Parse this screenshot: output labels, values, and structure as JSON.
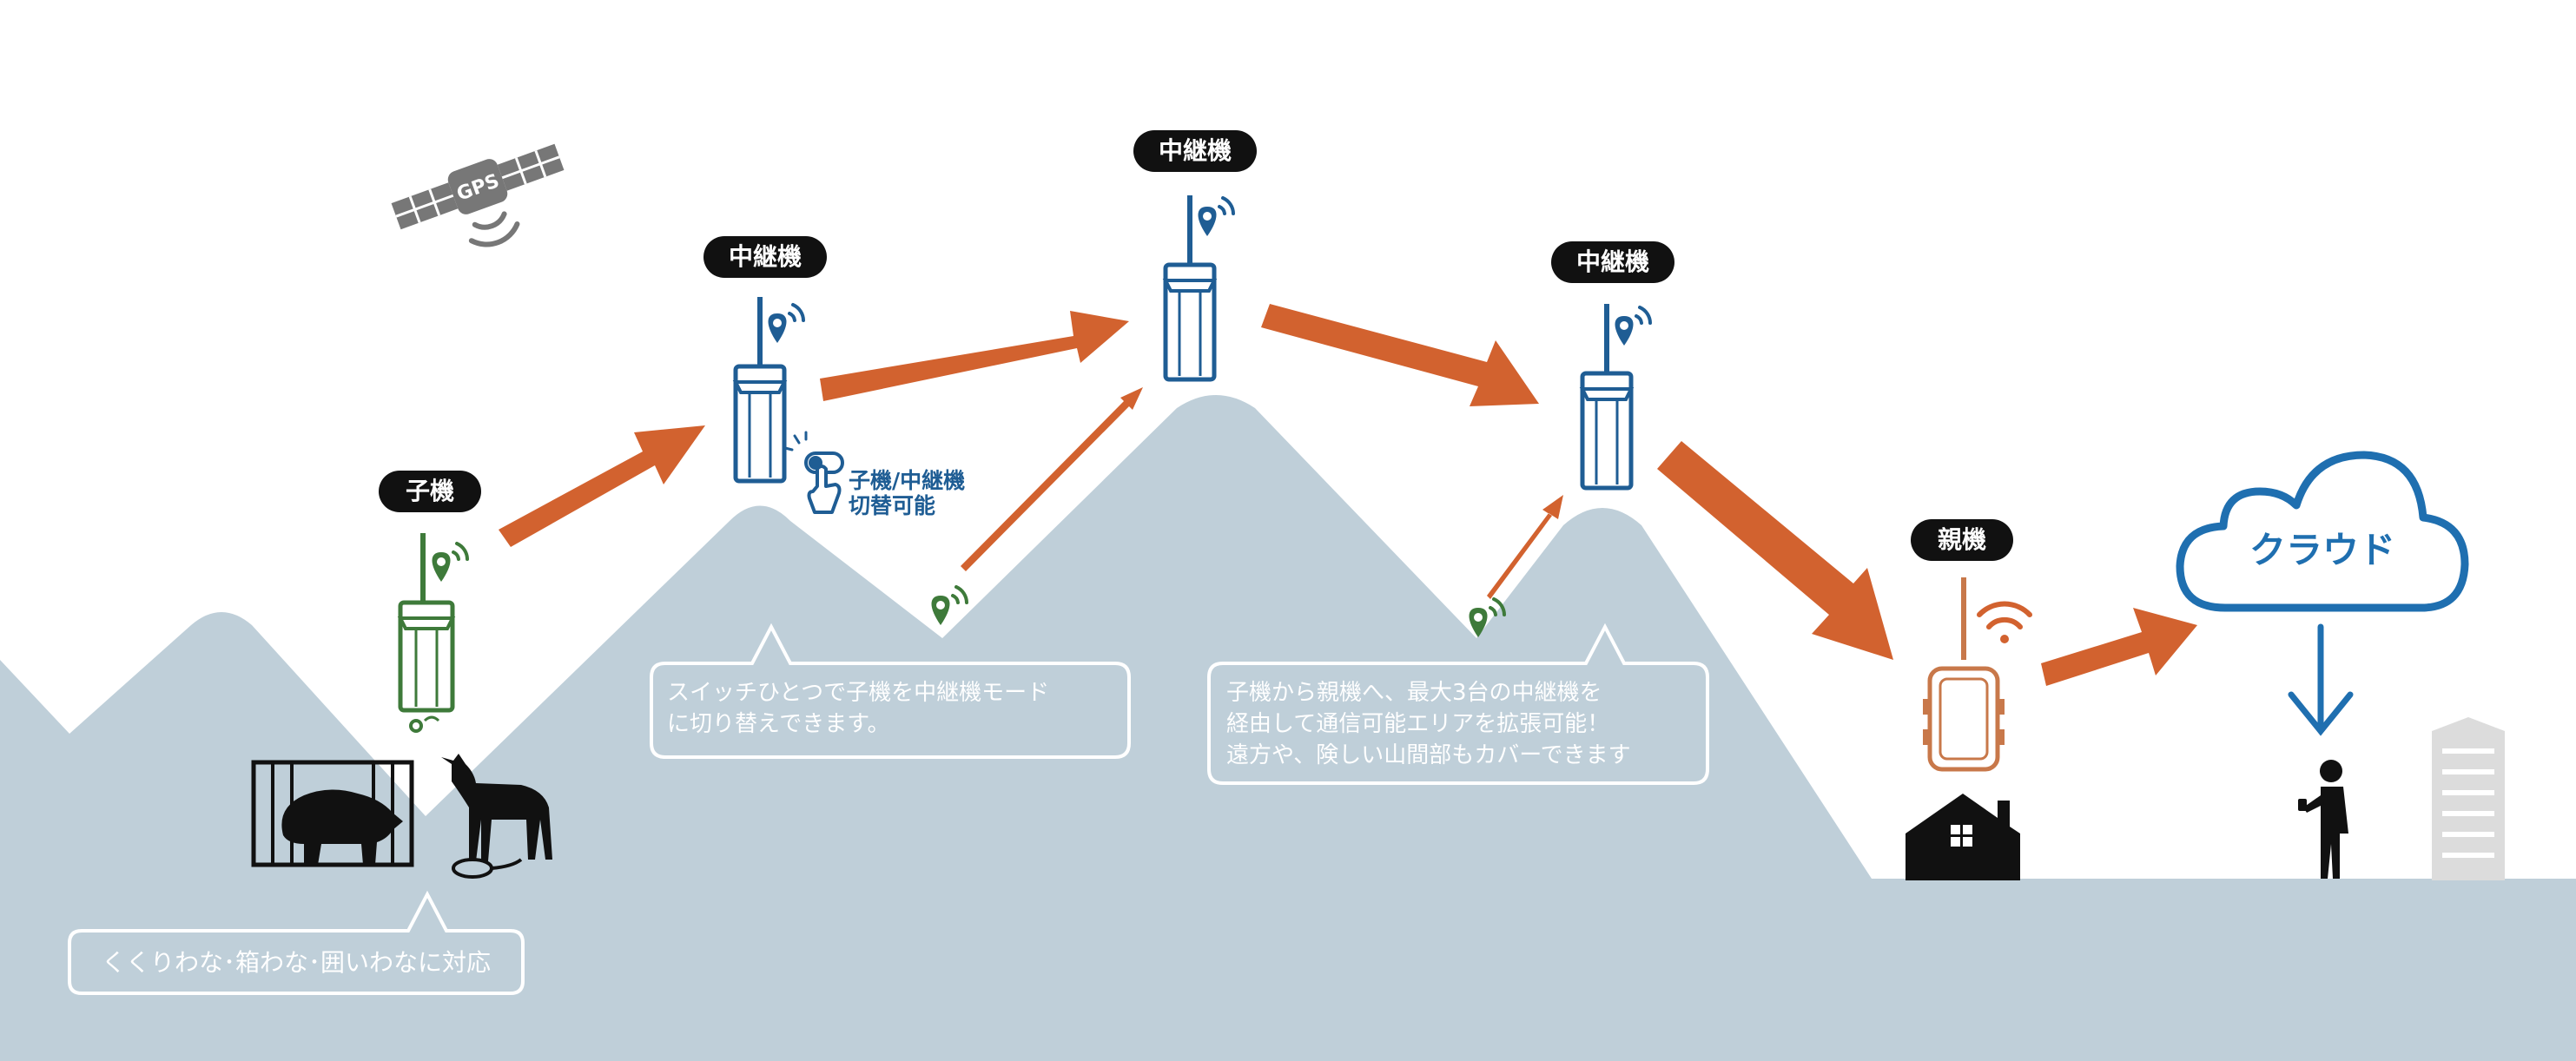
{
  "labels": {
    "child": "子機",
    "relay_1": "中継機",
    "relay_2": "中継機",
    "relay_3": "中継機",
    "parent": "親機",
    "cloud": "クラウド",
    "gps": "GPS",
    "switch_line1": "子機/中継機",
    "switch_line2": "切替可能"
  },
  "callouts": {
    "traps": "くくりわな･箱わな･囲いわなに対応",
    "switch_mode": [
      "スイッチひとつで子機を中継機モード",
      "に切り替えできます。"
    ],
    "relay_range": [
      "子機から親機へ、最大3台の中継機を",
      "経由して通信可能エリアを拡張可能！",
      "遠方や、険しい山間部もカバーできます"
    ]
  },
  "colors": {
    "mountain": "#bfcfd9",
    "arrow": "#d2622f",
    "relay_blue": "#1f5d94",
    "child_green": "#3e7a3a",
    "parent_orange": "#c8784a",
    "cloud_blue": "#1f6fb0",
    "label_bg": "#111111",
    "gps_gray": "#777777",
    "building_gray": "#dcdcdc"
  }
}
